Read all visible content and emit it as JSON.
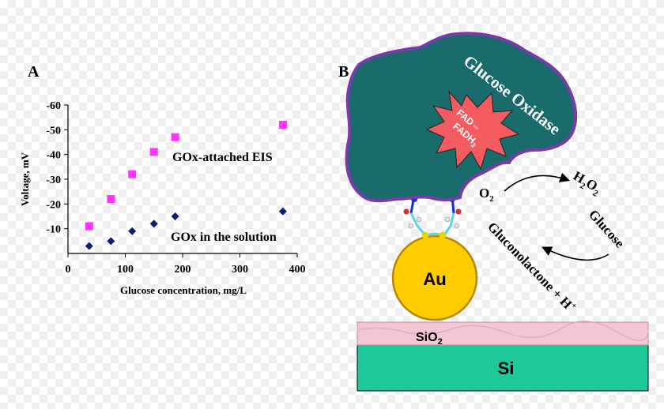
{
  "panels": {
    "a_label": "A",
    "b_label": "B"
  },
  "chart_data": {
    "type": "scatter",
    "xlabel": "Glucose concentration, mg/L",
    "ylabel": "Voltage, mV",
    "xlim": [
      0,
      400
    ],
    "ylim": [
      0,
      -60
    ],
    "x_ticks": [
      "0",
      "100",
      "200",
      "300",
      "400"
    ],
    "y_ticks": [
      "-10",
      "-20",
      "-30",
      "-40",
      "-50",
      "-60"
    ],
    "grid": false,
    "series": [
      {
        "name": "GOx-attached EIS",
        "color": "#ff33ff",
        "marker": "square",
        "x": [
          37,
          75,
          112,
          150,
          187,
          375
        ],
        "y": [
          -11,
          -22,
          -32,
          -41,
          -47,
          -52
        ]
      },
      {
        "name": "GOx in the solution",
        "color": "#0b1f6b",
        "marker": "diamond",
        "x": [
          37,
          75,
          112,
          150,
          187,
          375
        ],
        "y": [
          -3,
          -5,
          -9,
          -12,
          -15,
          -17
        ]
      }
    ]
  },
  "diagram": {
    "enzyme_label": "Glucose Oxidase",
    "fad_label": "FAD⇔",
    "fadh_label": "FADH",
    "fadh_sub": "2",
    "o2_main": "O",
    "o2_sub": "2",
    "h2o2_h": "H",
    "h2o2_sub1": "2",
    "h2o2_o": "O",
    "h2o2_sub2": "2",
    "glucose": "Glucose",
    "gluconolactone": "Gluconolactone + H",
    "gluconolactone_sup": "+",
    "au_label": "Au",
    "sio2_main": "SiO",
    "sio2_sub": "2",
    "si_label": "Si",
    "colors": {
      "enzyme": "#1a6b6b",
      "enzyme_outline": "#7a3aa8",
      "star": "#f25b60",
      "au": "#ffcc00",
      "sio2": "#f2c6d2",
      "si": "#1dc99a"
    }
  }
}
